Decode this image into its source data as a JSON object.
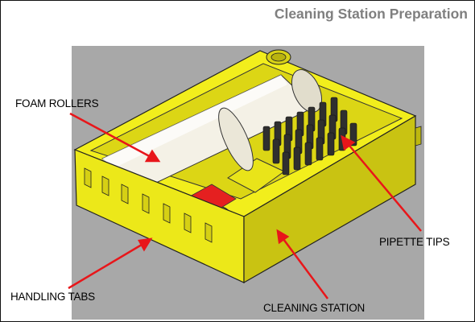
{
  "title": "Cleaning Station Preparation",
  "labels": {
    "foam_rollers": "FOAM ROLLERS",
    "pipette_tips": "PIPETTE TIPS",
    "handling_tabs": "HANDLING TABS",
    "cleaning_station": "CLEANING STATION"
  },
  "colors": {
    "station_yellow": "#f2ee1c",
    "station_shadow": "#c9c312",
    "background_grey": "#a8a8a8",
    "arrow_red": "#e8161a",
    "title_grey": "#7f7f7f",
    "roller_white": "#f4f1e6",
    "tip_dark": "#2f2f2f",
    "red_pad": "#e52020"
  }
}
